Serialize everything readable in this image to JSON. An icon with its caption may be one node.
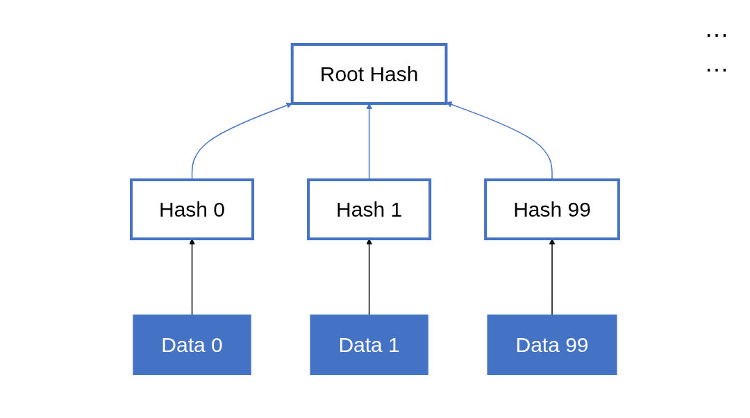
{
  "diagram": {
    "nodes": [
      {
        "text": [
          "Root Hash"
        ]
      },
      {
        "text": [
          "Hash 0"
        ]
      },
      {
        "text": [
          "Hash 1"
        ]
      },
      {
        "text": [
          "Hash 99"
        ]
      },
      {
        "text": [
          "Data 0"
        ]
      },
      {
        "text": [
          "Data 1"
        ]
      },
      {
        "text": [
          "Data 99"
        ]
      }
    ],
    "edges": [
      {
        "from": 1,
        "to": 0,
        "arrow": "to",
        "color": "#4472c4"
      },
      {
        "from": 2,
        "to": 0,
        "arrow": "to",
        "color": "#4472c4"
      },
      {
        "from": 3,
        "to": 0,
        "arrow": "to",
        "color": "#4472c4"
      },
      {
        "from": 4,
        "to": 1,
        "arrow": "to",
        "color": "#000000"
      },
      {
        "from": 5,
        "to": 2,
        "arrow": "to",
        "color": "#000000"
      },
      {
        "from": 6,
        "to": 3,
        "arrow": "to",
        "color": "#000000"
      }
    ],
    "labels": [
      "…",
      "…"
    ]
  }
}
